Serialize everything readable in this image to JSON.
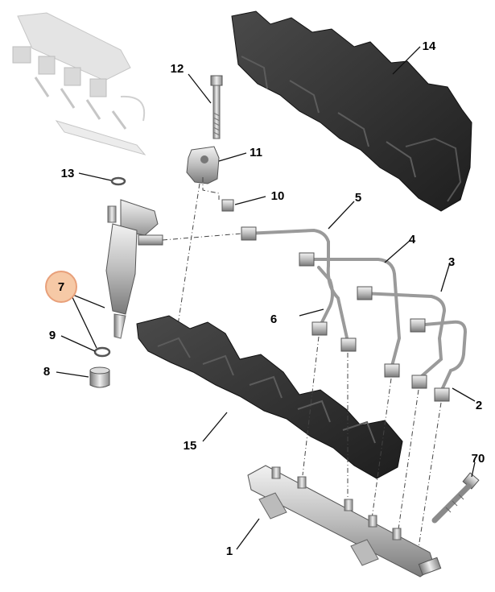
{
  "diagram": {
    "callouts": [
      {
        "id": "c14",
        "label": "14"
      },
      {
        "id": "c12",
        "label": "12"
      },
      {
        "id": "c11",
        "label": "11"
      },
      {
        "id": "c10",
        "label": "10"
      },
      {
        "id": "c13",
        "label": "13"
      },
      {
        "id": "c5",
        "label": "5"
      },
      {
        "id": "c4",
        "label": "4"
      },
      {
        "id": "c3",
        "label": "3"
      },
      {
        "id": "c7",
        "label": "7"
      },
      {
        "id": "c6",
        "label": "6"
      },
      {
        "id": "c9",
        "label": "9"
      },
      {
        "id": "c8",
        "label": "8"
      },
      {
        "id": "c2",
        "label": "2"
      },
      {
        "id": "c15",
        "label": "15"
      },
      {
        "id": "c70",
        "label": "70"
      },
      {
        "id": "c1",
        "label": "1"
      }
    ],
    "highlighted_callout": "7",
    "colors": {
      "part_dark": "#3a3a3a",
      "part_mid": "#8a8a8a",
      "part_light": "#d6d6d6",
      "highlight_fill": "#f6c9a6",
      "highlight_ring": "#e8a07a"
    }
  }
}
